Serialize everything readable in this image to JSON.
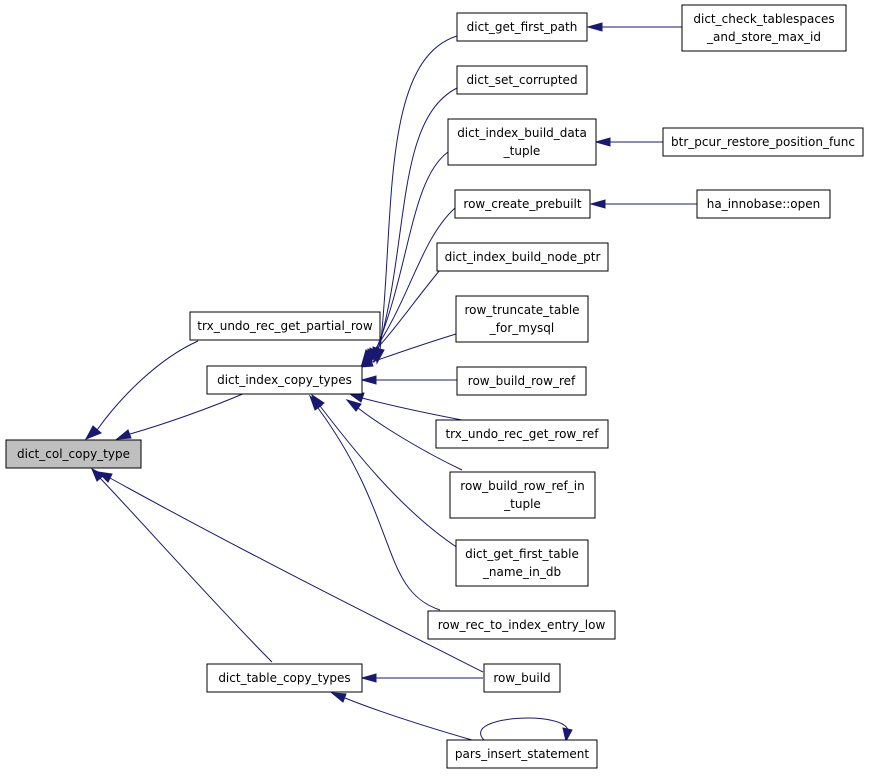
{
  "graph": {
    "nodes": {
      "dict_col_copy_type": "dict_col_copy_type",
      "trx_undo_rec_get_partial_row": "trx_undo_rec_get_partial_row",
      "dict_index_copy_types": "dict_index_copy_types",
      "dict_table_copy_types": "dict_table_copy_types",
      "dict_get_first_path": "dict_get_first_path",
      "dict_check_tablespaces_line1": "dict_check_tablespaces",
      "dict_check_tablespaces_line2": "_and_store_max_id",
      "dict_set_corrupted": "dict_set_corrupted",
      "dict_index_build_data_tuple_line1": "dict_index_build_data",
      "dict_index_build_data_tuple_line2": "_tuple",
      "btr_pcur_restore_position_func": "btr_pcur_restore_position_func",
      "row_create_prebuilt": "row_create_prebuilt",
      "ha_innobase_open": "ha_innobase::open",
      "dict_index_build_node_ptr": "dict_index_build_node_ptr",
      "row_truncate_table_for_mysql_line1": "row_truncate_table",
      "row_truncate_table_for_mysql_line2": "_for_mysql",
      "row_build_row_ref": "row_build_row_ref",
      "trx_undo_rec_get_row_ref": "trx_undo_rec_get_row_ref",
      "row_build_row_ref_in_tuple_line1": "row_build_row_ref_in",
      "row_build_row_ref_in_tuple_line2": "_tuple",
      "dict_get_first_table_name_in_db_line1": "dict_get_first_table",
      "dict_get_first_table_name_in_db_line2": "_name_in_db",
      "row_rec_to_index_entry_low": "row_rec_to_index_entry_low",
      "row_build": "row_build",
      "pars_insert_statement": "pars_insert_statement"
    },
    "colors": {
      "edge": "#191970",
      "root_fill": "#bfbfbf",
      "node_fill": "#ffffff",
      "node_border": "#000000"
    }
  }
}
